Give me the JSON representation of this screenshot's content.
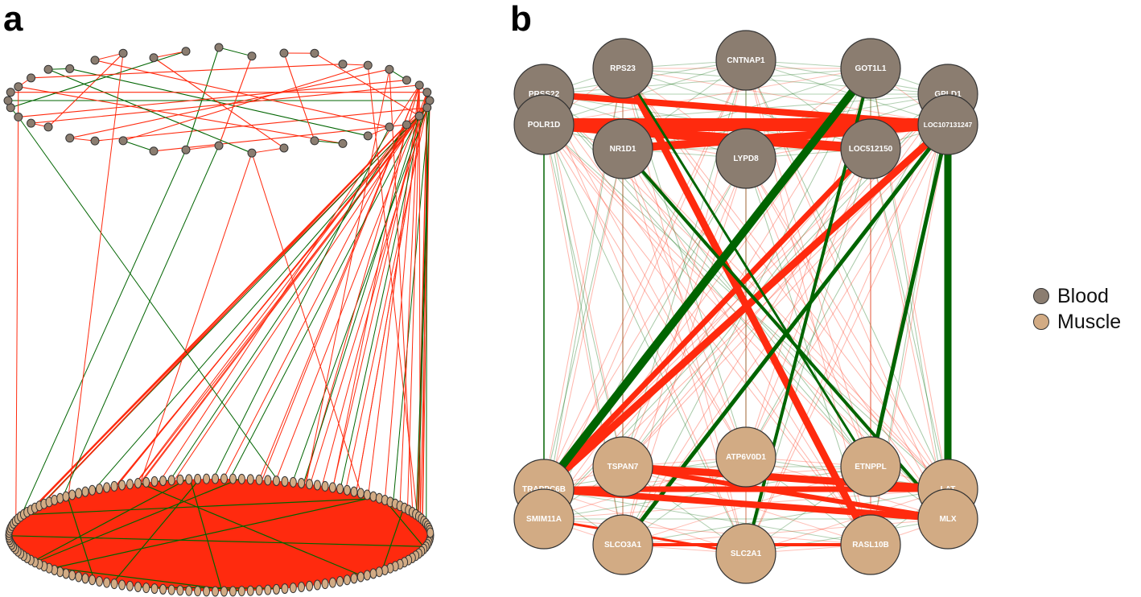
{
  "panels": {
    "a": "a",
    "b": "b"
  },
  "colors": {
    "blood": "#8b7d70",
    "muscle": "#d2ab84",
    "positive_edge": "#ff2a0e",
    "negative_edge": "#006400",
    "node_outline": "#333333"
  },
  "legend": [
    {
      "label": "Blood",
      "color": "#8b7d70"
    },
    {
      "label": "Muscle",
      "color": "#d2ab84"
    }
  ],
  "network_b": {
    "blood_genes": [
      "PRSS22",
      "RPS23",
      "CNTNAP1",
      "GOT1L1",
      "GPLD1",
      "POLR1D",
      "NR1D1",
      "LYPD8",
      "LOC512150",
      "LOC107131247"
    ],
    "muscle_genes": [
      "TRAPPC6B",
      "TSPAN7",
      "ATP6V0D1",
      "ETNPPL",
      "LAT",
      "SMIM11A",
      "SLCO3A1",
      "SLC2A1",
      "RASL10B",
      "MLX"
    ]
  }
}
